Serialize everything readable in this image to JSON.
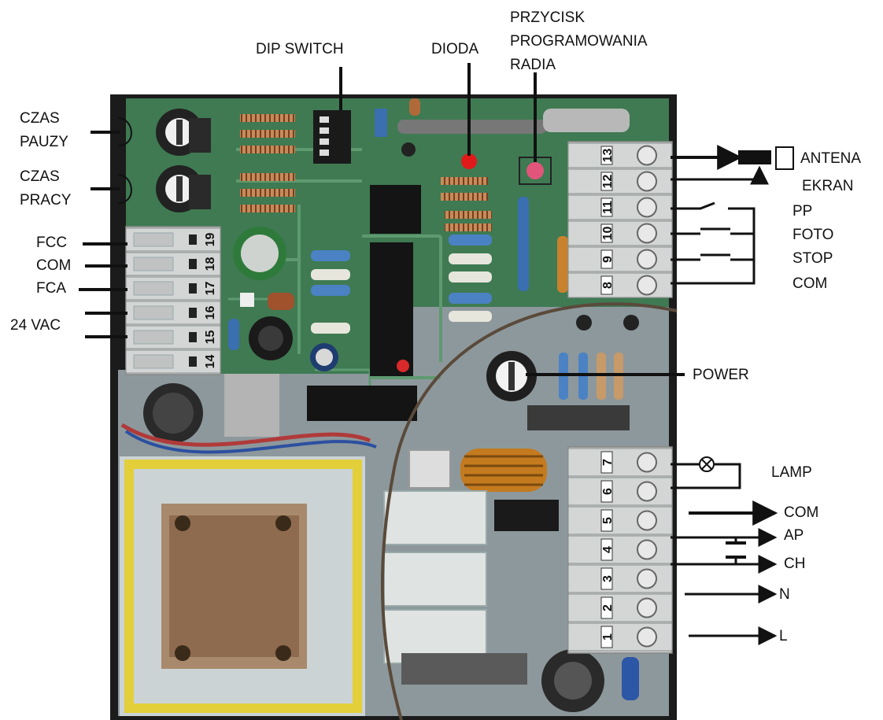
{
  "labels": {
    "dip_switch": "DIP SWITCH",
    "dioda": "DIODA",
    "przycisk_line1": "PRZYCISK",
    "przycisk_line2": "PROGRAMOWANIA",
    "przycisk_line3": "RADIA",
    "czas_pauzy_line1": "CZAS",
    "czas_pauzy_line2": "PAUZY",
    "czas_pracy_line1": "CZAS",
    "czas_pracy_line2": "PRACY",
    "fcc": "FCC",
    "com_left": "COM",
    "fca": "FCA",
    "vac24": "24 VAC",
    "antena": "ANTENA",
    "ekran": "EKRAN",
    "pp": "PP",
    "foto": "FOTO",
    "stop": "STOP",
    "com_top_right": "COM",
    "power": "POWER",
    "lamp": "LAMP",
    "com_bottom_right": "COM",
    "ap": "AP",
    "ch": "CH",
    "n": "N",
    "l": "L"
  },
  "terminals": {
    "upper_right": [
      "13",
      "12",
      "11",
      "10",
      "9",
      "8"
    ],
    "left": [
      "19",
      "18",
      "17",
      "16",
      "15",
      "14"
    ],
    "lower_right": [
      "7",
      "6",
      "5",
      "4",
      "3",
      "2",
      "1"
    ]
  },
  "colors": {
    "board_green": "#3f7a52",
    "board_grey": "#8d989c",
    "terminal_grey": "#c9cccb",
    "frame_dark": "#1b1b1b",
    "led_red": "#e01a1a",
    "wire_black": "#111111"
  }
}
